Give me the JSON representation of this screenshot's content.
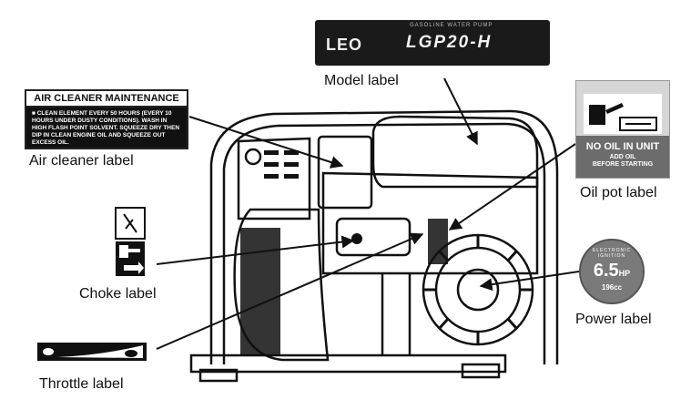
{
  "labels": {
    "air_cleaner": {
      "caption": "Air cleaner label",
      "title": "AIR CLEANER MAINTENANCE",
      "text": "■ CLEAN ELEMENT EVERY 50 HOURS (EVERY 10 HOURS UNDER DUSTY CONDITIONS). WASH IN HIGH FLASH POINT SOLVENT. SQUEEZE DRY THEN DIP IN CLEAN ENGINE OIL AND SQUEEZE OUT EXCESS OIL."
    },
    "model": {
      "caption": "Model label",
      "brand": "LEO",
      "subtitle": "GASOLINE WATER PUMP",
      "model_name": "LGP20-H"
    },
    "oil_pot": {
      "caption": "Oil pot label",
      "heading": "NO OIL IN UNIT",
      "subtext_1": "ADD OIL",
      "subtext_2": "BEFORE STARTING"
    },
    "choke": {
      "caption": "Choke label"
    },
    "power": {
      "caption": "Power label",
      "arc_text": "ELECTRONIC IGNITION",
      "hp_value": "6.5",
      "hp_unit": "HP",
      "displacement": "196cc"
    },
    "throttle": {
      "caption": "Throttle label"
    }
  },
  "colors": {
    "line": "#111111",
    "label_dark": "#1a1a1a",
    "label_grey": "#6c6c6c"
  }
}
